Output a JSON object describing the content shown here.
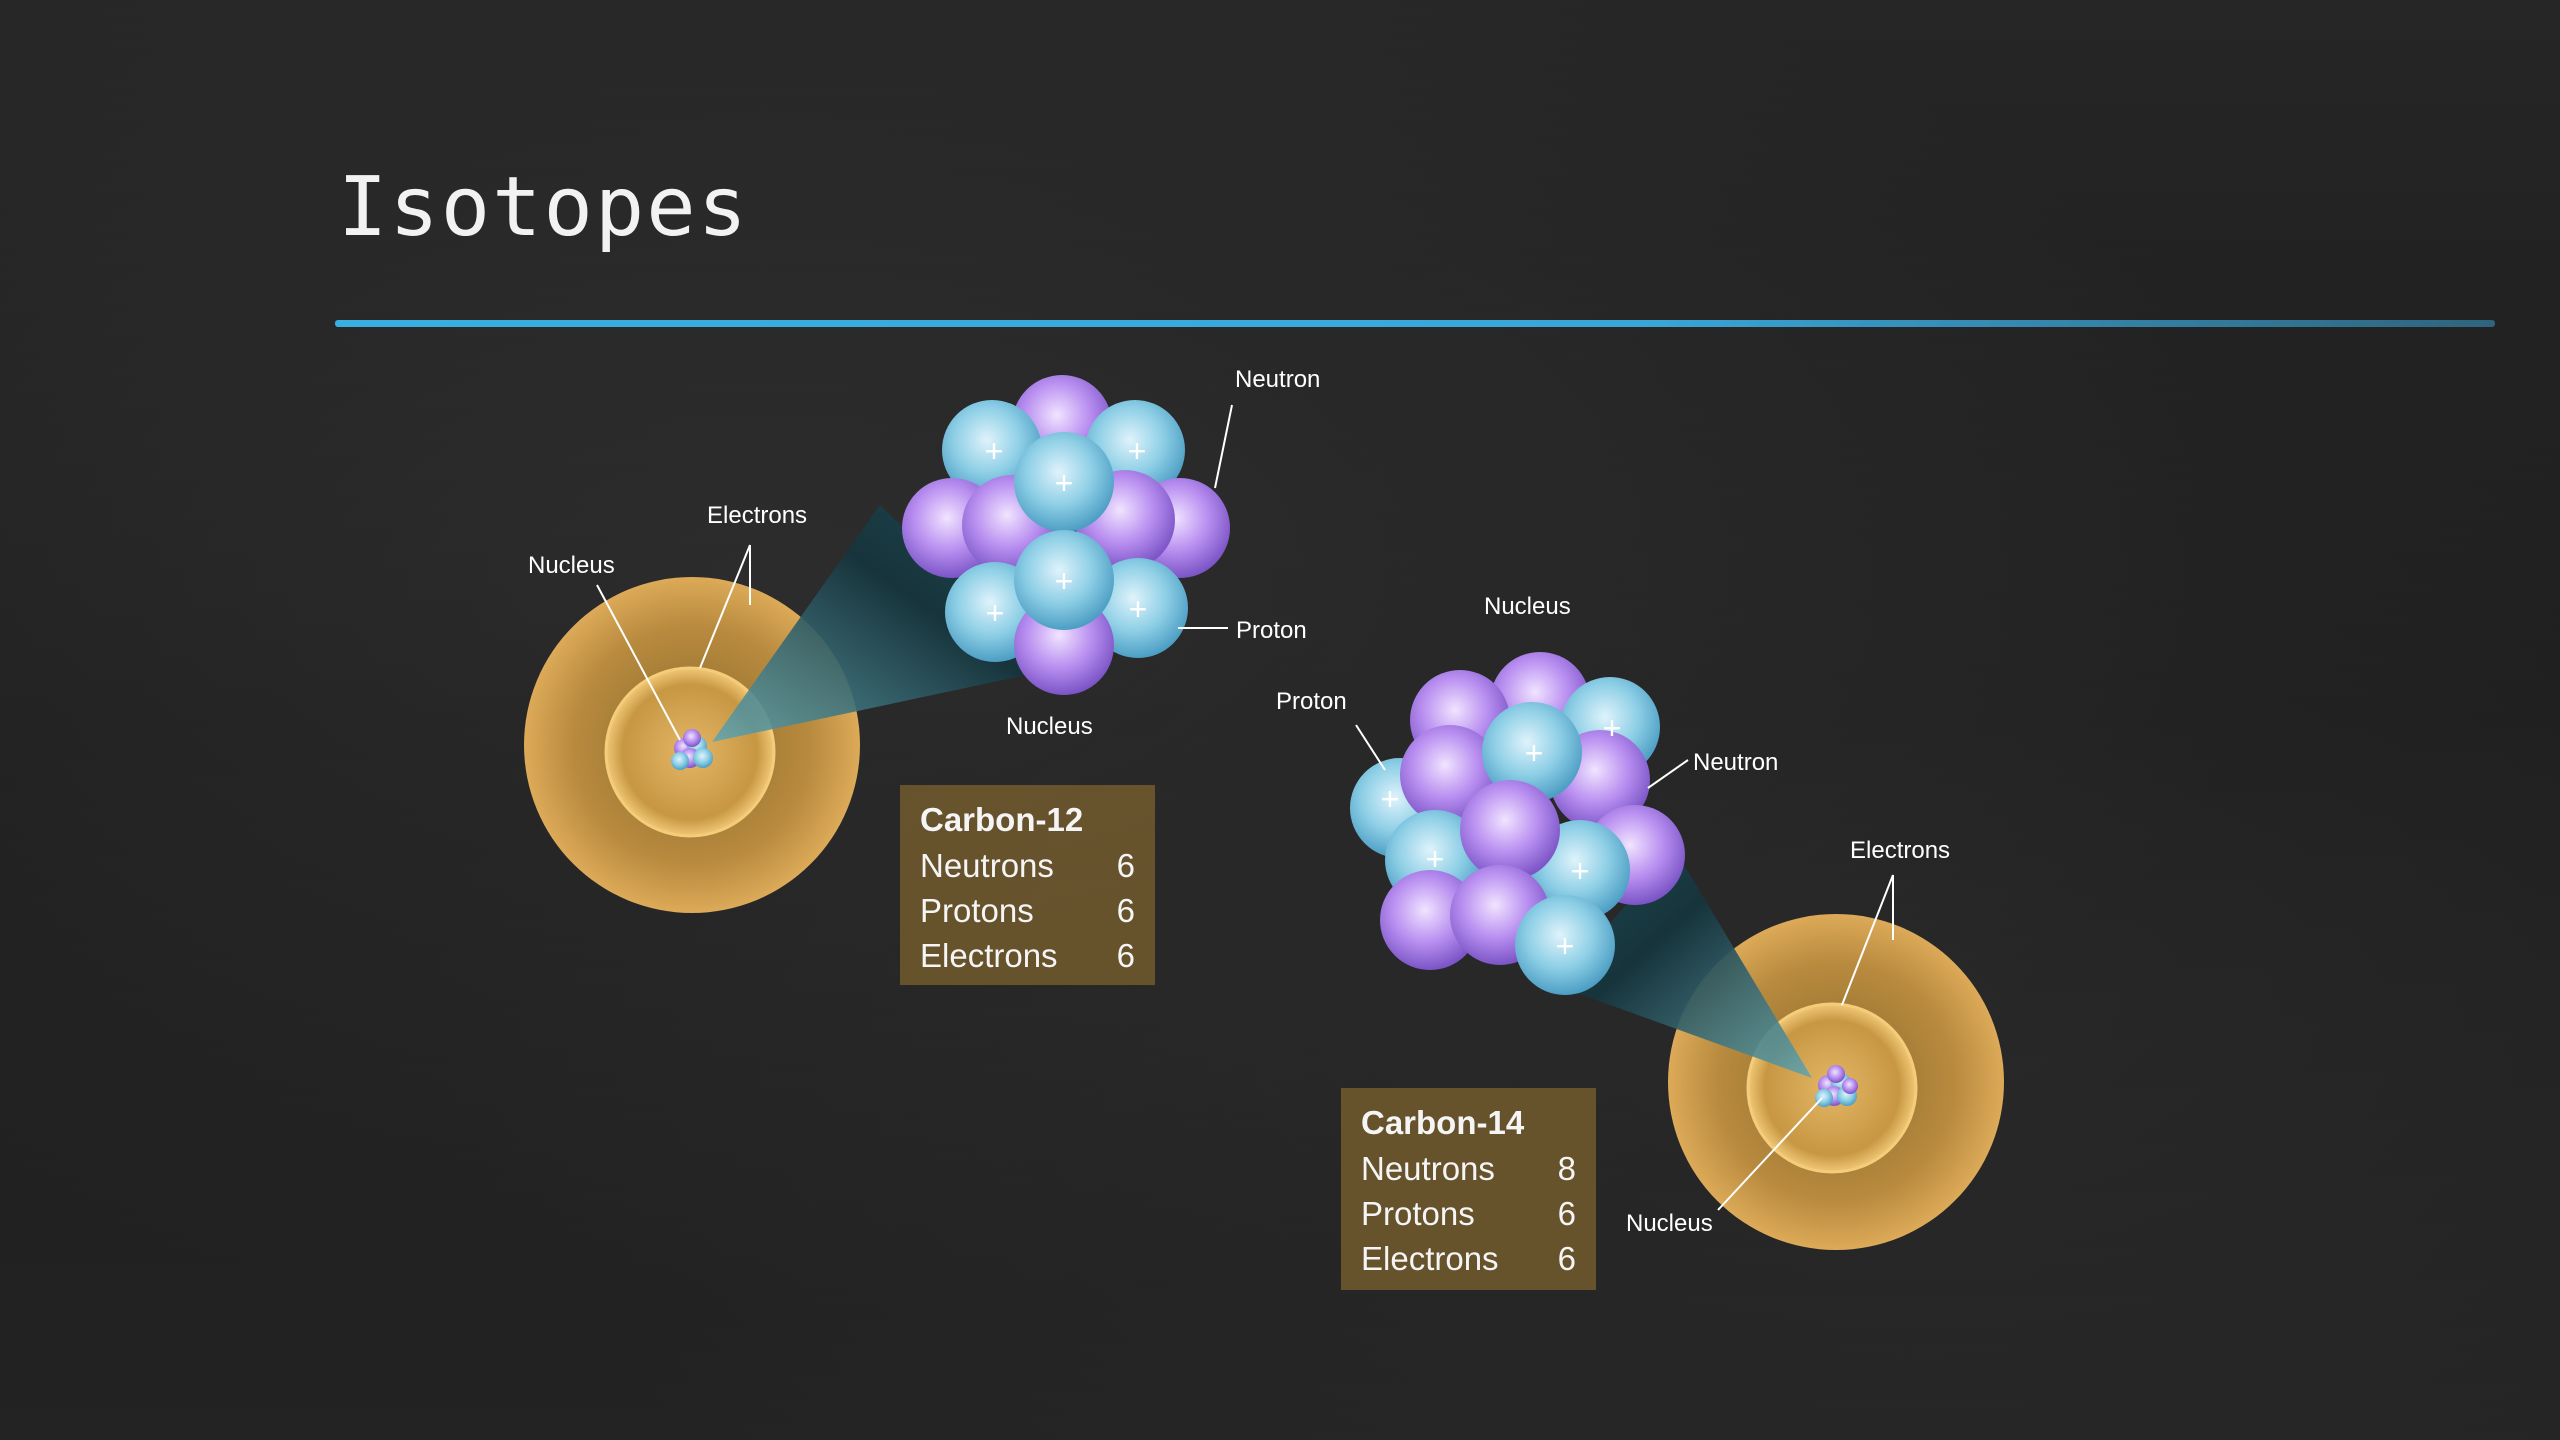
{
  "slide": {
    "title": "Isotopes"
  },
  "carbon12": {
    "box_title": "Carbon-12",
    "rows": [
      {
        "label": "Neutrons",
        "value": "6"
      },
      {
        "label": "Protons",
        "value": "6"
      },
      {
        "label": "Electrons",
        "value": "6"
      }
    ],
    "labels": {
      "neutron": "Neutron",
      "proton": "Proton",
      "nucleus_zoom": "Nucleus",
      "nucleus_atom": "Nucleus",
      "electrons": "Electrons"
    }
  },
  "carbon14": {
    "box_title": "Carbon-14",
    "rows": [
      {
        "label": "Neutrons",
        "value": "8"
      },
      {
        "label": "Protons",
        "value": "6"
      },
      {
        "label": "Electrons",
        "value": "6"
      }
    ],
    "labels": {
      "nucleus_zoom": "Nucleus",
      "proton": "Proton",
      "neutron": "Neutron",
      "electrons": "Electrons",
      "nucleus_atom": "Nucleus"
    }
  },
  "colors": {
    "accent_rule": "#3aaee0",
    "box_fill": "#785f2d",
    "proton": "#7ec8e3",
    "neutron": "#b38cf0",
    "orbit": "#d9a84a"
  }
}
